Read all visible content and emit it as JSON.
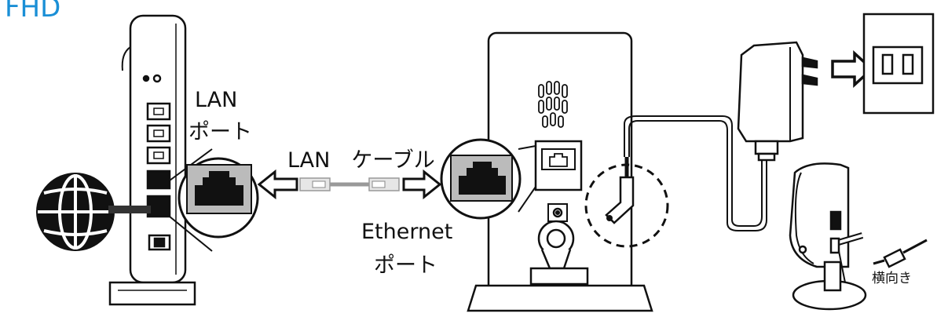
{
  "header": {
    "brand": "FHD"
  },
  "labels": {
    "lan_port_line1": "LAN",
    "lan_port_line2": "ポート",
    "lan_cable": "LAN　ケーブル",
    "ethernet_port_line1": "Ethernet",
    "ethernet_port_line2": "ポート",
    "sideways": "横向き"
  },
  "colors": {
    "brand": "#1a8fd6",
    "line": "#111111"
  }
}
